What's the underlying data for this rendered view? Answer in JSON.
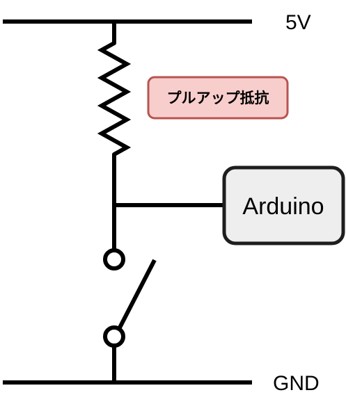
{
  "diagram": {
    "top_rail_label": "5V",
    "bottom_rail_label": "GND",
    "resistor_label": "プルアップ抵抗",
    "mcu_label": "Arduino",
    "colors": {
      "wire": "#000000",
      "resistor_tag_fill": "#f8cecc",
      "resistor_tag_stroke": "#b85450",
      "mcu_fill": "#eeeeee",
      "mcu_stroke": "#1e1e1e"
    }
  }
}
